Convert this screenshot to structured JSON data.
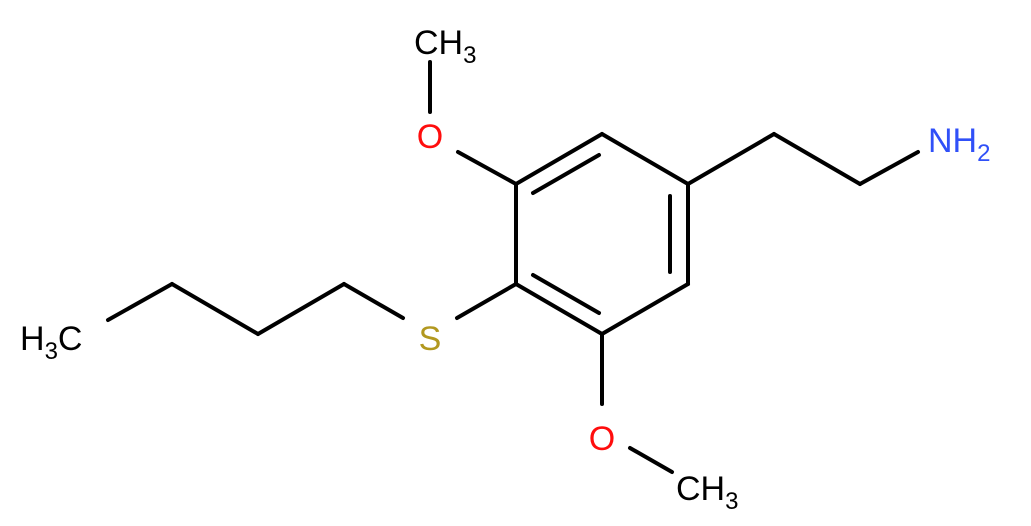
{
  "molecule": {
    "atoms": {
      "methyl_top": {
        "label": "CH",
        "sub": "3"
      },
      "oxygen_top": {
        "label": "O"
      },
      "amine": {
        "label": "NH",
        "sub": "2"
      },
      "sulfur": {
        "label": "S"
      },
      "methyl_left": {
        "pre": "H",
        "sub": "3",
        "post": "C"
      },
      "oxygen_bottom": {
        "label": "O"
      },
      "methyl_bottom": {
        "label": "CH",
        "sub": "3"
      }
    },
    "colors": {
      "bond": "#000000",
      "carbon": "#000000",
      "oxygen": "#ff0d0d",
      "nitrogen": "#3050f8",
      "sulfur": "#b2981f"
    }
  }
}
